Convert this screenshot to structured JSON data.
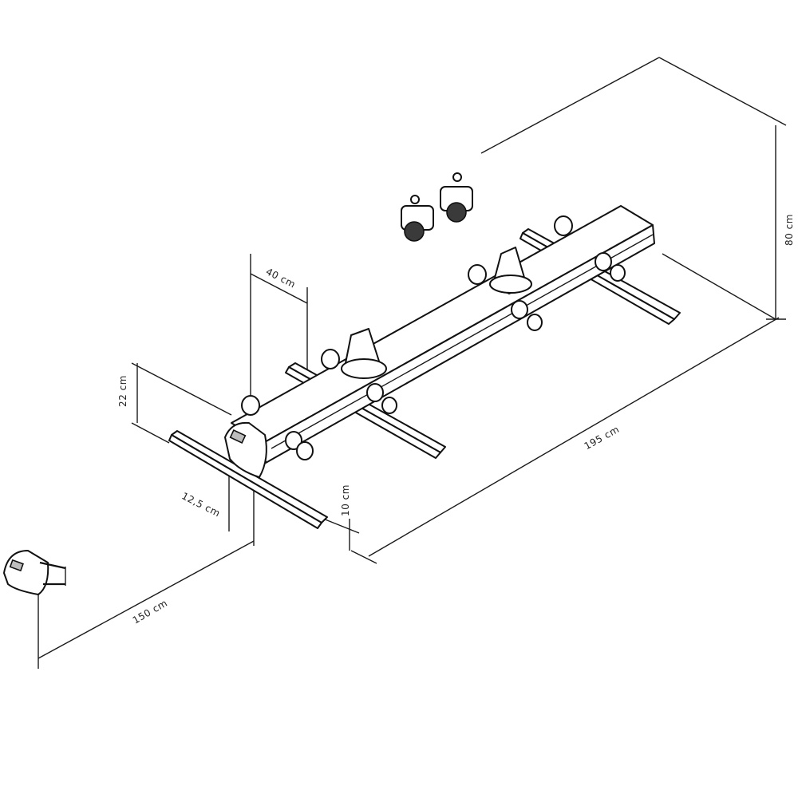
{
  "dimensions": {
    "length": "195 cm",
    "height": "80 cm",
    "distance": "150 cm",
    "wheel_spacing": "40 cm",
    "tower_height": "22 cm",
    "foot_width": "12,5 cm",
    "rail_height": "10 cm"
  }
}
